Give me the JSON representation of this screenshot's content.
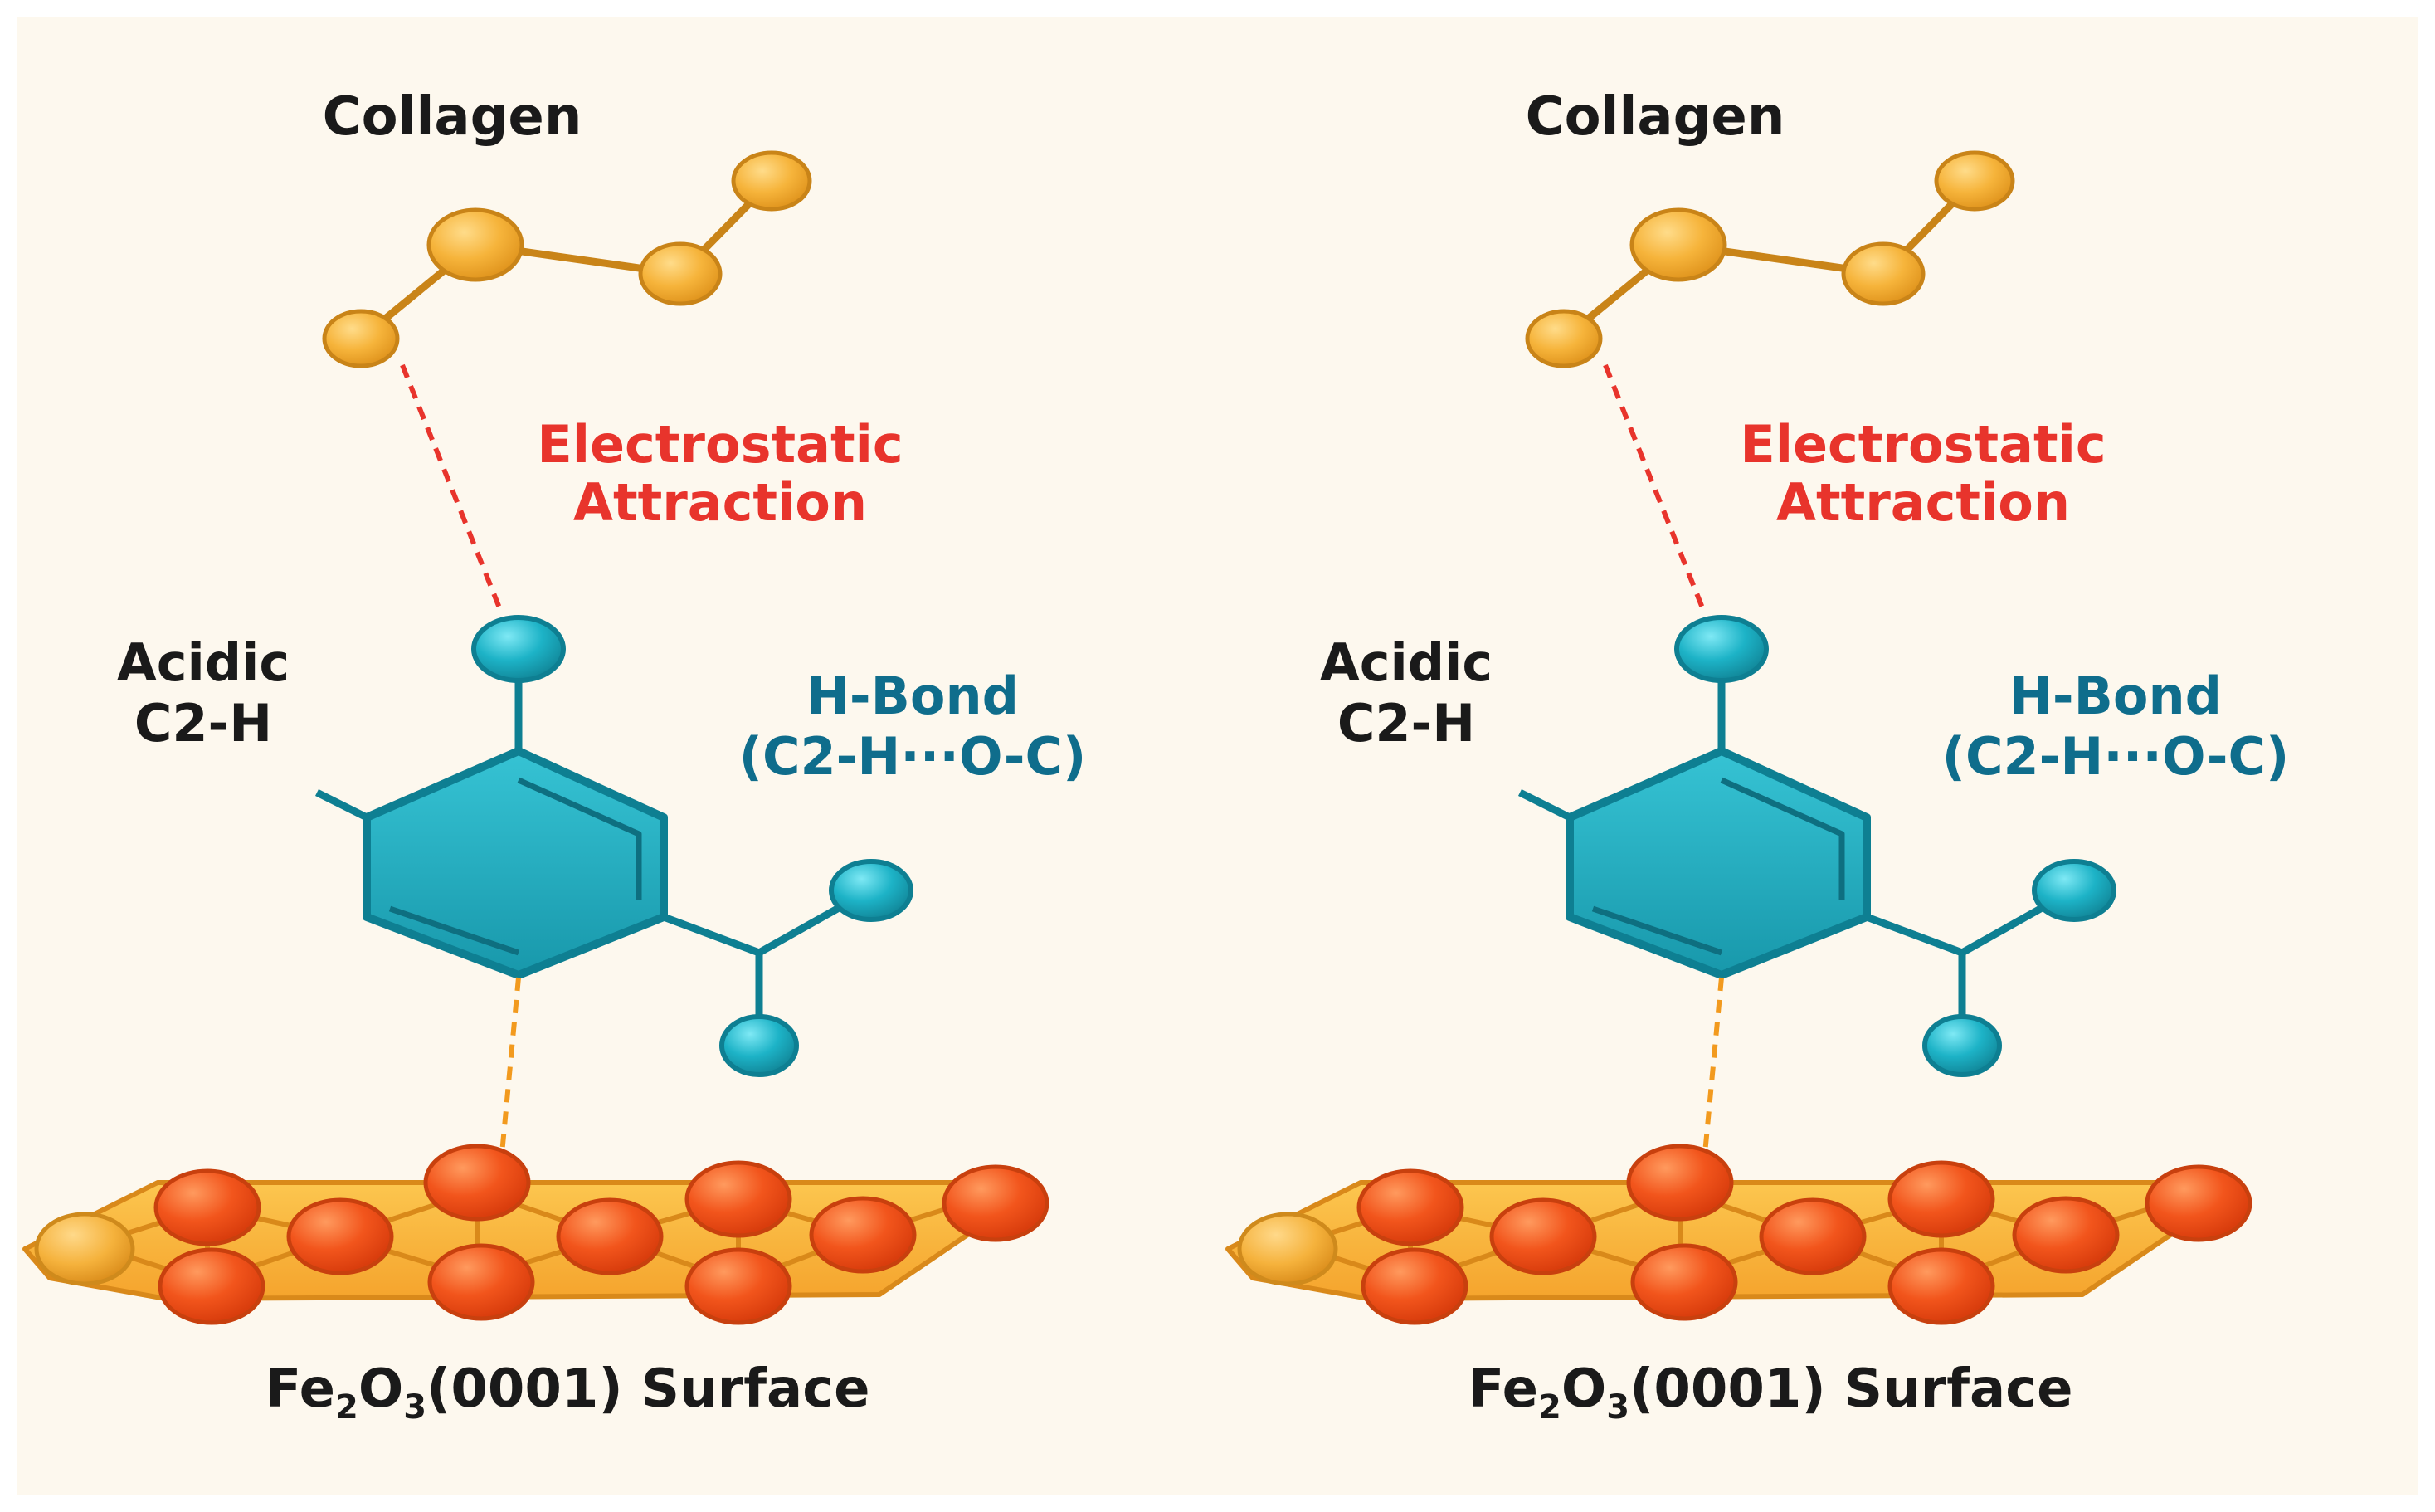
{
  "panels": [
    {
      "collagen_label": "Collagen",
      "electrostatic_line1": "Electrostatic",
      "electrostatic_line2": "Attraction",
      "acidic_line1": "Acidic",
      "acidic_line2": "C2-H",
      "hbond_line1": "H-Bond",
      "hbond_line2": "(C2-H···O-C)",
      "surface_fe": "Fe",
      "surface_fe_sub": "2",
      "surface_o": "O",
      "surface_o_sub": "3",
      "surface_rest": "(0001) Surface"
    },
    {
      "collagen_label": "Collagen",
      "electrostatic_line1": "Electrostatic",
      "electrostatic_line2": "Attraction",
      "acidic_line1": "Acidic",
      "acidic_line2": "C2-H",
      "hbond_line1": "H-Bond",
      "hbond_line2": "(C2-H···O-C)",
      "surface_fe": "Fe",
      "surface_fe_sub": "2",
      "surface_o": "O",
      "surface_o_sub": "3",
      "surface_rest": "(0001) Surface"
    }
  ],
  "colors": {
    "background": "#fdf8ee",
    "collagen_atom": "#f6b43b",
    "collagen_bond": "#c98418",
    "electrostatic": "#e8342c",
    "molecule": "#1db3c7",
    "molecule_dark": "#0e7f92",
    "hbond": "#0f6d8c",
    "surface_atom": "#f2551c",
    "surface_slab": "#f9b744",
    "surface_dash": "#f29a1e"
  }
}
